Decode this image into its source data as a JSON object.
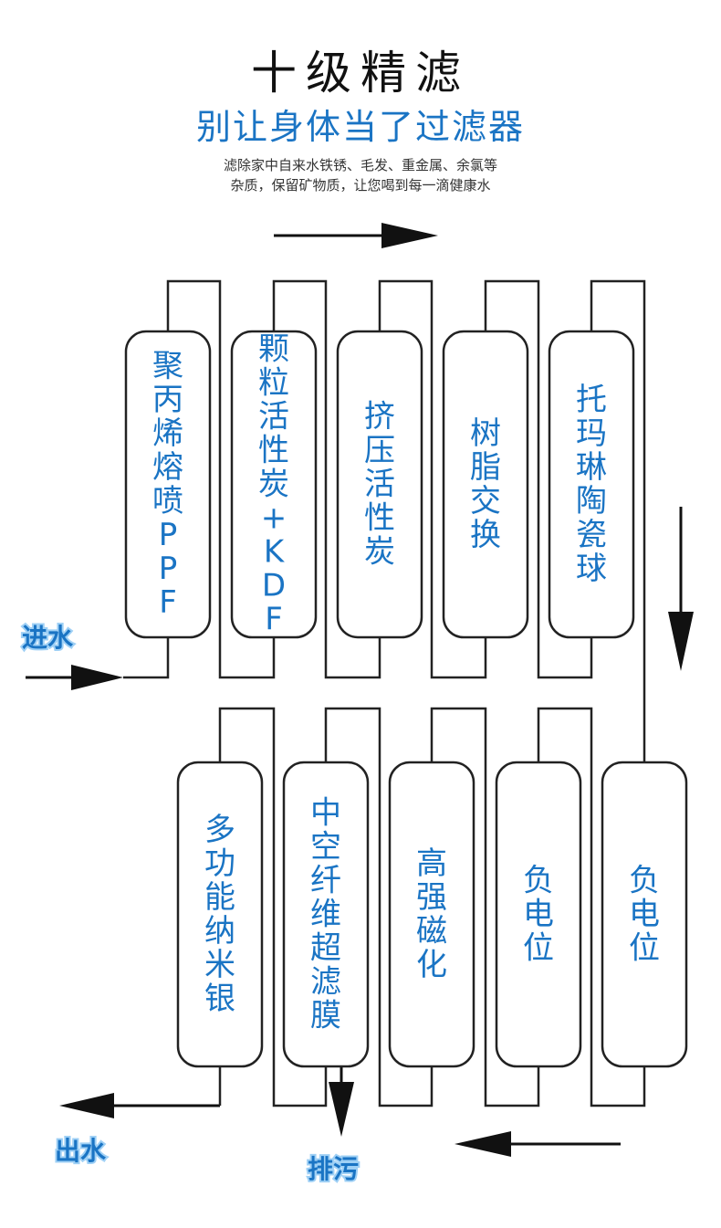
{
  "header": {
    "title": "十级精滤",
    "subtitle": "别让身体当了过滤器",
    "desc_line1": "滤除家中自来水铁锈、毛发、重金属、余氯等",
    "desc_line2": "杂质，保留矿物质，让您喝到每一滴健康水"
  },
  "labels": {
    "inlet": "进水",
    "outlet": "出水",
    "drain": "排污"
  },
  "filters_top": [
    "聚丙烯熔喷PPF",
    "颗粒活性炭+KDF",
    "挤压活性炭",
    "树脂交换",
    "托玛琳陶瓷球"
  ],
  "filters_bottom": [
    "多功能纳米银",
    "中空纤维超滤膜",
    "高强磁化",
    "负电位",
    "负电位"
  ],
  "colors": {
    "accent": "#1a74c4",
    "line": "#222222"
  }
}
